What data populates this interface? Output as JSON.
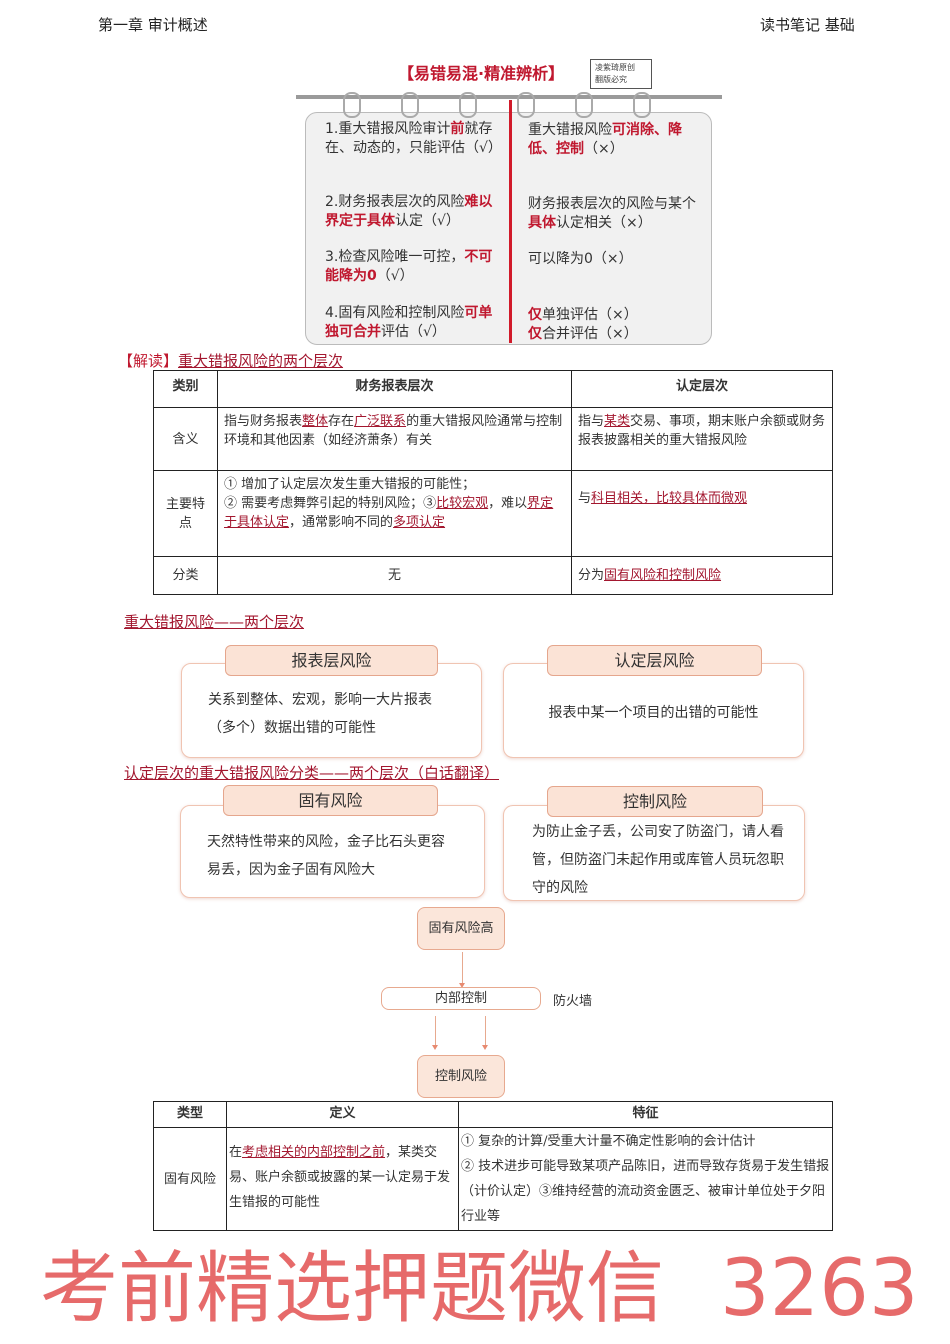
{
  "header": {
    "left": "第一章 审计概述",
    "right": "读书笔记 基础"
  },
  "notebook": {
    "title": "【易错易混·精准辨析】",
    "stamp": [
      "凌紫琦原创",
      "翻版必究"
    ],
    "left": [
      [
        {
          "t": "1.重大错报风险审计"
        },
        {
          "t": "前",
          "hl": 1
        },
        {
          "t": "就存在、动态的，只能评估（√）"
        }
      ],
      [
        {
          "t": "2.财务报表层次的风险"
        },
        {
          "t": "难以界定于具体",
          "hl": 1
        },
        {
          "t": "认定（√）"
        }
      ],
      [
        {
          "t": "3.检查风险唯一可控，"
        },
        {
          "t": "不可能降为0",
          "hl": 1
        },
        {
          "t": "（√）"
        }
      ],
      [
        {
          "t": "4.固有风险和控制风险"
        },
        {
          "t": "可单独可合并",
          "hl": 1
        },
        {
          "t": "评估（√）"
        }
      ]
    ],
    "right": [
      [
        {
          "t": "重大错报风险"
        },
        {
          "t": "可消除、降低、控制",
          "hl": 1
        },
        {
          "t": "（×）"
        }
      ],
      [
        {
          "t": "财务报表层次的风险与某个"
        },
        {
          "t": "具体",
          "hl": 1
        },
        {
          "t": "认定相关（×）"
        }
      ],
      [
        {
          "t": "可以降为0（×）"
        }
      ],
      [
        {
          "t": "仅",
          "hl": 1
        },
        {
          "t": "单独评估（×）"
        },
        {
          "t": "\n"
        },
        {
          "t": "仅",
          "hl": 1
        },
        {
          "t": "合并评估（×）"
        }
      ]
    ]
  },
  "reading": {
    "prefix": "【解读】",
    "title": "重大错报风险的两个层次",
    "headers": [
      "类别",
      "财务报表层次",
      "认定层次"
    ],
    "rows": [
      {
        "label": "含义",
        "fs": [
          {
            "t": "指与财务报表"
          },
          {
            "t": "整体",
            "u": 1
          },
          {
            "t": "存在"
          },
          {
            "t": "广泛联系",
            "u": 1
          },
          {
            "t": "的重大错报风险通常与控制环境和其他因素（如经济萧条）有关"
          }
        ],
        "as": [
          {
            "t": "指与"
          },
          {
            "t": "某类",
            "u": 1
          },
          {
            "t": "交易、事项，期末账户余额或财务报表披露相关的重大错报风险"
          }
        ]
      },
      {
        "label": "主要特点",
        "fs": [
          {
            "t": "① 增加了认定层次发生重大错报的可能性；\n② 需要考虑舞弊引起的特别风险；③"
          },
          {
            "t": "比较宏观",
            "u": 1
          },
          {
            "t": "，难以"
          },
          {
            "t": "界定于具体认定",
            "u": 1
          },
          {
            "t": "，通常影响不同的"
          },
          {
            "t": "多项认定",
            "u": 1
          }
        ],
        "as": [
          {
            "t": "与"
          },
          {
            "t": "科目相关，比较具体而微观",
            "u": 1
          }
        ]
      },
      {
        "label": "分类",
        "fs": [
          {
            "t": "无"
          }
        ],
        "as": [
          {
            "t": "分为"
          },
          {
            "t": "固有风险和控制风险",
            "u": 1
          }
        ]
      }
    ]
  },
  "watermark": {
    "left": "考前精选押题微信",
    "right": "3263"
  },
  "levels": {
    "title": "重大错报风险——两个层次",
    "cards": [
      {
        "tab": "报表层风险",
        "body": "关系到整体、宏观，影响一大片报表（多个）数据出错的可能性"
      },
      {
        "tab": "认定层风险",
        "body": "报表中某一个项目的出错的可能性"
      }
    ]
  },
  "classify": {
    "title": "认定层次的重大错报风险分类——两个层次（白话翻译）",
    "cards": [
      {
        "tab": "固有风险",
        "body": "天然特性带来的风险，金子比石头更容易丢，因为金子固有风险大"
      },
      {
        "tab": "控制风险",
        "body": "为防止金子丢，公司安了防盗门，请人看管，但防盗门未起作用或库管人员玩忽职守的风险"
      }
    ]
  },
  "flow": {
    "top": "固有风险高",
    "middle": "内部控制",
    "side": "防火墙",
    "bottom": "控制风险"
  },
  "table2": {
    "headers": [
      "类型",
      "定义",
      "特征"
    ],
    "row": {
      "type": "固有风险",
      "def": [
        {
          "t": "在"
        },
        {
          "t": "考虑相关的内部控制之前",
          "u": 1
        },
        {
          "t": "，某类交易、账户余额或披露的某一认定易于发生错报的可能性"
        }
      ],
      "feat": "① 复杂的计算/受重大计量不确定性影响的会计估计\n② 技术进步可能导致某项产品陈旧，进而导致存货易于发生错报（计价认定）③维持经营的流动资金匮乏、被审计单位处于夕阳行业等"
    }
  },
  "colors": {
    "accent": "#c0182f",
    "card_border": "#e5a68d",
    "tab_fill": "#fbe3d6"
  }
}
